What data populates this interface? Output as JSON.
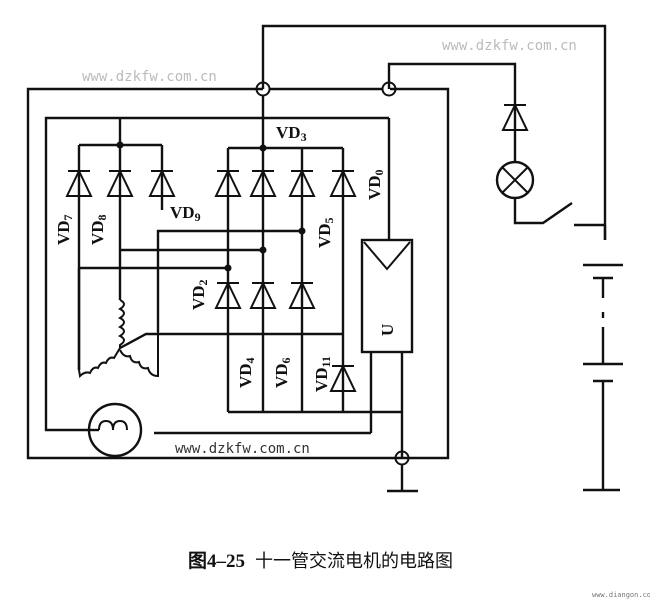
{
  "figure": {
    "caption_number": "图4–25",
    "caption_text": "十一管交流电机的电路图",
    "watermarks": [
      "www.dzkfw.com.cn",
      "www.dzkfw.com.cn",
      "www.dzkfw.com.cn"
    ],
    "corner_watermark": "www.diangon.com"
  },
  "components": {
    "diodes": {
      "vd0": {
        "name": "VD",
        "sub": "0"
      },
      "vd2": {
        "name": "VD",
        "sub": "2"
      },
      "vd3": {
        "name": "VD",
        "sub": "3"
      },
      "vd4": {
        "name": "VD",
        "sub": "4"
      },
      "vd5": {
        "name": "VD",
        "sub": "5"
      },
      "vd6": {
        "name": "VD",
        "sub": "6"
      },
      "vd7": {
        "name": "VD",
        "sub": "7"
      },
      "vd8": {
        "name": "VD",
        "sub": "8"
      },
      "vd9": {
        "name": "VD",
        "sub": "9"
      },
      "vd11": {
        "name": "VD",
        "sub": "11"
      }
    },
    "regulator_label": "U"
  }
}
